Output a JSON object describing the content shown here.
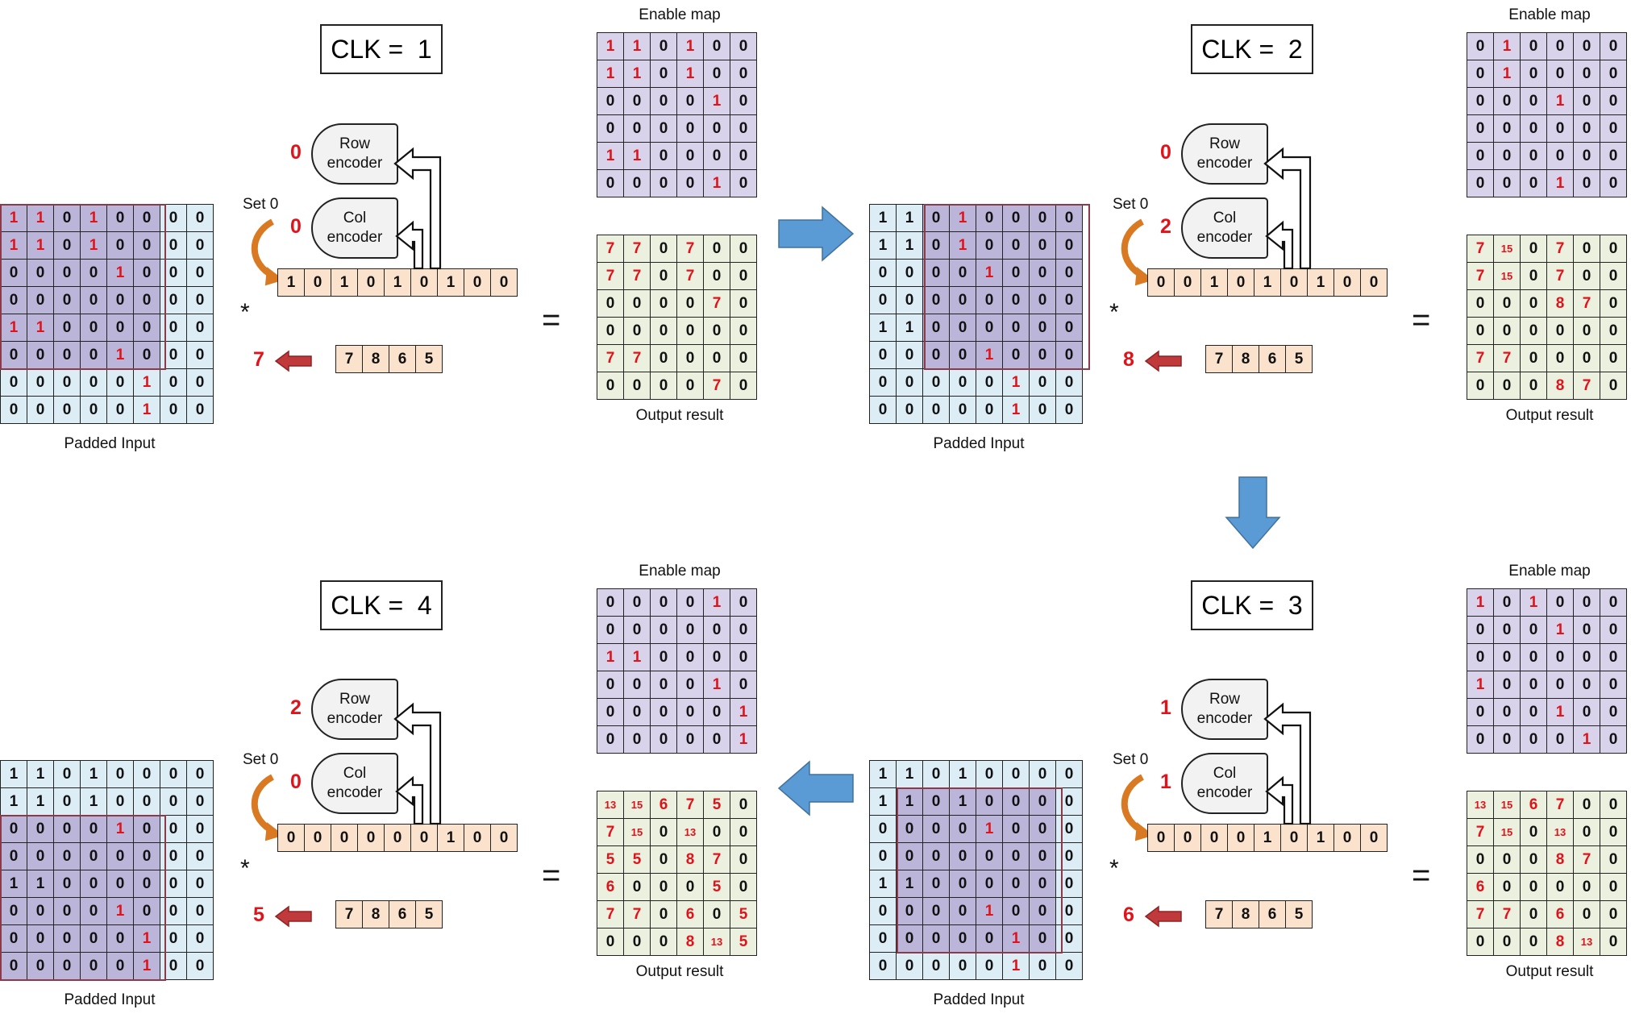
{
  "labels": {
    "padded_input": "Padded Input",
    "enable_map": "Enable map",
    "output_result": "Output result",
    "row_encoder": [
      "Row",
      "encoder"
    ],
    "col_encoder": [
      "Col",
      "encoder"
    ],
    "set0": "Set 0",
    "star": "*",
    "equals": "="
  },
  "legend": {
    "highlight": "#e0131b",
    "normal": "#111111"
  },
  "panels": [
    {
      "clk": "CLK =  1",
      "row_enc": "0",
      "col_enc": "0",
      "weights": [
        "7",
        "8",
        "6",
        "5"
      ],
      "weight_out": "7",
      "buffer": [
        "1",
        "0",
        "1",
        "0",
        "1",
        "0",
        "1",
        "0",
        "0"
      ],
      "padded": [
        [
          "1",
          "1",
          "0",
          "1",
          "0",
          "0",
          "0",
          "0"
        ],
        [
          "1",
          "1",
          "0",
          "1",
          "0",
          "0",
          "0",
          "0"
        ],
        [
          "0",
          "0",
          "0",
          "0",
          "1",
          "0",
          "0",
          "0"
        ],
        [
          "0",
          "0",
          "0",
          "0",
          "0",
          "0",
          "0",
          "0"
        ],
        [
          "1",
          "1",
          "0",
          "0",
          "0",
          "0",
          "0",
          "0"
        ],
        [
          "0",
          "0",
          "0",
          "0",
          "1",
          "0",
          "0",
          "0"
        ],
        [
          "0",
          "0",
          "0",
          "0",
          "0",
          "1",
          "0",
          "0"
        ],
        [
          "0",
          "0",
          "0",
          "0",
          "0",
          "1",
          "0",
          "0"
        ]
      ],
      "window_origin": [
        0,
        0
      ],
      "enable": [
        [
          "1",
          "1",
          "0",
          "1",
          "0",
          "0"
        ],
        [
          "1",
          "1",
          "0",
          "1",
          "0",
          "0"
        ],
        [
          "0",
          "0",
          "0",
          "0",
          "1",
          "0"
        ],
        [
          "0",
          "0",
          "0",
          "0",
          "0",
          "0"
        ],
        [
          "1",
          "1",
          "0",
          "0",
          "0",
          "0"
        ],
        [
          "0",
          "0",
          "0",
          "0",
          "1",
          "0"
        ]
      ],
      "output": [
        [
          "7",
          "7",
          "0",
          "7",
          "0",
          "0"
        ],
        [
          "7",
          "7",
          "0",
          "7",
          "0",
          "0"
        ],
        [
          "0",
          "0",
          "0",
          "0",
          "7",
          "0"
        ],
        [
          "0",
          "0",
          "0",
          "0",
          "0",
          "0"
        ],
        [
          "7",
          "7",
          "0",
          "0",
          "0",
          "0"
        ],
        [
          "0",
          "0",
          "0",
          "0",
          "7",
          "0"
        ]
      ]
    },
    {
      "clk": "CLK =  2",
      "row_enc": "0",
      "col_enc": "2",
      "weights": [
        "7",
        "8",
        "6",
        "5"
      ],
      "weight_out": "8",
      "buffer": [
        "0",
        "0",
        "1",
        "0",
        "1",
        "0",
        "1",
        "0",
        "0"
      ],
      "padded": [
        [
          "1",
          "1",
          "0",
          "1",
          "0",
          "0",
          "0",
          "0"
        ],
        [
          "1",
          "1",
          "0",
          "1",
          "0",
          "0",
          "0",
          "0"
        ],
        [
          "0",
          "0",
          "0",
          "0",
          "1",
          "0",
          "0",
          "0"
        ],
        [
          "0",
          "0",
          "0",
          "0",
          "0",
          "0",
          "0",
          "0"
        ],
        [
          "1",
          "1",
          "0",
          "0",
          "0",
          "0",
          "0",
          "0"
        ],
        [
          "0",
          "0",
          "0",
          "0",
          "1",
          "0",
          "0",
          "0"
        ],
        [
          "0",
          "0",
          "0",
          "0",
          "0",
          "1",
          "0",
          "0"
        ],
        [
          "0",
          "0",
          "0",
          "0",
          "0",
          "1",
          "0",
          "0"
        ]
      ],
      "window_origin": [
        0,
        2
      ],
      "enable": [
        [
          "0",
          "1",
          "0",
          "0",
          "0",
          "0"
        ],
        [
          "0",
          "1",
          "0",
          "0",
          "0",
          "0"
        ],
        [
          "0",
          "0",
          "0",
          "1",
          "0",
          "0"
        ],
        [
          "0",
          "0",
          "0",
          "0",
          "0",
          "0"
        ],
        [
          "0",
          "0",
          "0",
          "0",
          "0",
          "0"
        ],
        [
          "0",
          "0",
          "0",
          "1",
          "0",
          "0"
        ]
      ],
      "output": [
        [
          "7",
          "15",
          "0",
          "7",
          "0",
          "0"
        ],
        [
          "7",
          "15",
          "0",
          "7",
          "0",
          "0"
        ],
        [
          "0",
          "0",
          "0",
          "8",
          "7",
          "0"
        ],
        [
          "0",
          "0",
          "0",
          "0",
          "0",
          "0"
        ],
        [
          "7",
          "7",
          "0",
          "0",
          "0",
          "0"
        ],
        [
          "0",
          "0",
          "0",
          "8",
          "7",
          "0"
        ]
      ]
    },
    {
      "clk": "CLK =  3",
      "row_enc": "1",
      "col_enc": "1",
      "weights": [
        "7",
        "8",
        "6",
        "5"
      ],
      "weight_out": "6",
      "buffer": [
        "0",
        "0",
        "0",
        "0",
        "1",
        "0",
        "1",
        "0",
        "0"
      ],
      "padded": [
        [
          "1",
          "1",
          "0",
          "1",
          "0",
          "0",
          "0",
          "0"
        ],
        [
          "1",
          "1",
          "0",
          "1",
          "0",
          "0",
          "0",
          "0"
        ],
        [
          "0",
          "0",
          "0",
          "0",
          "1",
          "0",
          "0",
          "0"
        ],
        [
          "0",
          "0",
          "0",
          "0",
          "0",
          "0",
          "0",
          "0"
        ],
        [
          "1",
          "1",
          "0",
          "0",
          "0",
          "0",
          "0",
          "0"
        ],
        [
          "0",
          "0",
          "0",
          "0",
          "1",
          "0",
          "0",
          "0"
        ],
        [
          "0",
          "0",
          "0",
          "0",
          "0",
          "1",
          "0",
          "0"
        ],
        [
          "0",
          "0",
          "0",
          "0",
          "0",
          "1",
          "0",
          "0"
        ]
      ],
      "window_origin": [
        1,
        1
      ],
      "enable": [
        [
          "1",
          "0",
          "1",
          "0",
          "0",
          "0"
        ],
        [
          "0",
          "0",
          "0",
          "1",
          "0",
          "0"
        ],
        [
          "0",
          "0",
          "0",
          "0",
          "0",
          "0"
        ],
        [
          "1",
          "0",
          "0",
          "0",
          "0",
          "0"
        ],
        [
          "0",
          "0",
          "0",
          "1",
          "0",
          "0"
        ],
        [
          "0",
          "0",
          "0",
          "0",
          "1",
          "0"
        ]
      ],
      "output": [
        [
          "13",
          "15",
          "6",
          "7",
          "0",
          "0"
        ],
        [
          "7",
          "15",
          "0",
          "13",
          "0",
          "0"
        ],
        [
          "0",
          "0",
          "0",
          "8",
          "7",
          "0"
        ],
        [
          "6",
          "0",
          "0",
          "0",
          "0",
          "0"
        ],
        [
          "7",
          "7",
          "0",
          "6",
          "0",
          "0"
        ],
        [
          "0",
          "0",
          "0",
          "8",
          "13",
          "0"
        ]
      ]
    },
    {
      "clk": "CLK =  4",
      "row_enc": "2",
      "col_enc": "0",
      "weights": [
        "7",
        "8",
        "6",
        "5"
      ],
      "weight_out": "5",
      "buffer": [
        "0",
        "0",
        "0",
        "0",
        "0",
        "0",
        "1",
        "0",
        "0"
      ],
      "padded": [
        [
          "1",
          "1",
          "0",
          "1",
          "0",
          "0",
          "0",
          "0"
        ],
        [
          "1",
          "1",
          "0",
          "1",
          "0",
          "0",
          "0",
          "0"
        ],
        [
          "0",
          "0",
          "0",
          "0",
          "1",
          "0",
          "0",
          "0"
        ],
        [
          "0",
          "0",
          "0",
          "0",
          "0",
          "0",
          "0",
          "0"
        ],
        [
          "1",
          "1",
          "0",
          "0",
          "0",
          "0",
          "0",
          "0"
        ],
        [
          "0",
          "0",
          "0",
          "0",
          "1",
          "0",
          "0",
          "0"
        ],
        [
          "0",
          "0",
          "0",
          "0",
          "0",
          "1",
          "0",
          "0"
        ],
        [
          "0",
          "0",
          "0",
          "0",
          "0",
          "1",
          "0",
          "0"
        ]
      ],
      "window_origin": [
        2,
        0
      ],
      "enable": [
        [
          "0",
          "0",
          "0",
          "0",
          "1",
          "0"
        ],
        [
          "0",
          "0",
          "0",
          "0",
          "0",
          "0"
        ],
        [
          "1",
          "1",
          "0",
          "0",
          "0",
          "0"
        ],
        [
          "0",
          "0",
          "0",
          "0",
          "1",
          "0"
        ],
        [
          "0",
          "0",
          "0",
          "0",
          "0",
          "1"
        ],
        [
          "0",
          "0",
          "0",
          "0",
          "0",
          "1"
        ]
      ],
      "output": [
        [
          "13",
          "15",
          "6",
          "7",
          "5",
          "0"
        ],
        [
          "7",
          "15",
          "0",
          "13",
          "0",
          "0"
        ],
        [
          "5",
          "5",
          "0",
          "8",
          "7",
          "0"
        ],
        [
          "6",
          "0",
          "0",
          "0",
          "5",
          "0"
        ],
        [
          "7",
          "7",
          "0",
          "6",
          "0",
          "5"
        ],
        [
          "0",
          "0",
          "0",
          "8",
          "13",
          "5"
        ]
      ]
    }
  ]
}
